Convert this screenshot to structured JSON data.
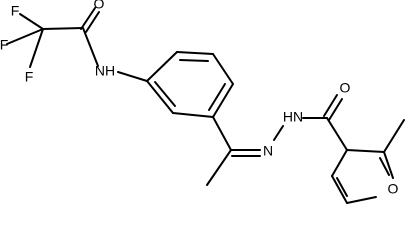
{
  "molecule": {
    "atoms": {
      "F1": "F",
      "F2": "F",
      "F3": "F",
      "O_amide": "O",
      "NH_amide": "NH",
      "HN_hydrazide": "HN",
      "N_imine": "N",
      "O_carbonyl": "O",
      "O_furan": "O"
    }
  }
}
